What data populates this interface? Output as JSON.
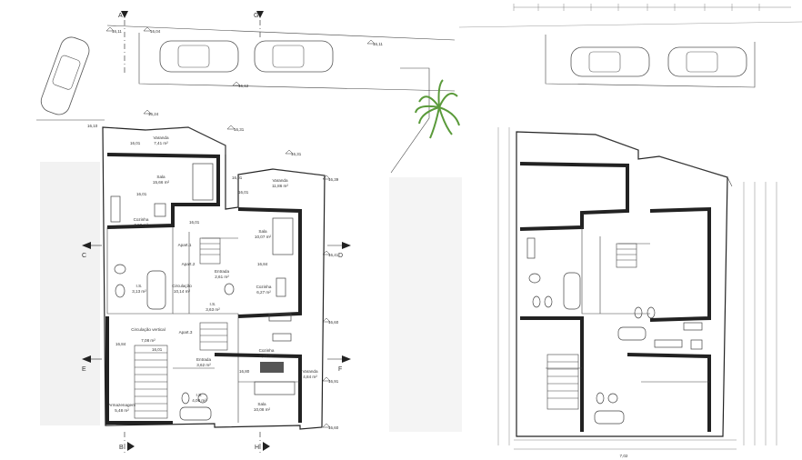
{
  "left_plan": {
    "section_markers": [
      "A",
      "G",
      "C",
      "D",
      "E",
      "F",
      "B",
      "H"
    ],
    "levels": [
      "16,11",
      "16,04",
      "16,12",
      "16,11",
      "16,10",
      "16,24",
      "16,31",
      "16,31",
      "16,01",
      "16,01",
      "16,01",
      "16,39",
      "16,41",
      "16,01",
      "16,84",
      "16,84",
      "16,60",
      "16,01",
      "16,60",
      "16,80",
      "16,91"
    ],
    "rooms": [
      {
        "name": "Varanda",
        "area": "7,41 m²"
      },
      {
        "name": "Varanda",
        "area": "11,86 m²"
      },
      {
        "name": "Sala",
        "area": "15,66 m²"
      },
      {
        "name": "Cozinha",
        "area": "7,80 m²"
      },
      {
        "name": "Apart.1",
        "area": ""
      },
      {
        "name": "Sala",
        "area": "10,07 m²"
      },
      {
        "name": "Apart.2",
        "area": ""
      },
      {
        "name": "Entrada",
        "area": "2,61 m²"
      },
      {
        "name": "I.S.",
        "area": "3,13 m²"
      },
      {
        "name": "Circulação",
        "area": "10,14 m²"
      },
      {
        "name": "Cozinha",
        "area": "6,27 m²"
      },
      {
        "name": "I.S.",
        "area": "3,63 m²"
      },
      {
        "name": "Circulação vertical",
        "area": "7,08 m²"
      },
      {
        "name": "Apart.3",
        "area": ""
      },
      {
        "name": "Cozinha",
        "area": "6,30 m²"
      },
      {
        "name": "Entrada",
        "area": "3,62 m²"
      },
      {
        "name": "Varanda",
        "area": "4,84 m²"
      },
      {
        "name": "I.S.",
        "area": "4,00 m²"
      },
      {
        "name": "Sala",
        "area": "10,08 m²"
      },
      {
        "name": "Armazenagem",
        "area": "5,48 m²"
      }
    ]
  },
  "right_plan": {
    "bottom_dimension": "7,02"
  }
}
